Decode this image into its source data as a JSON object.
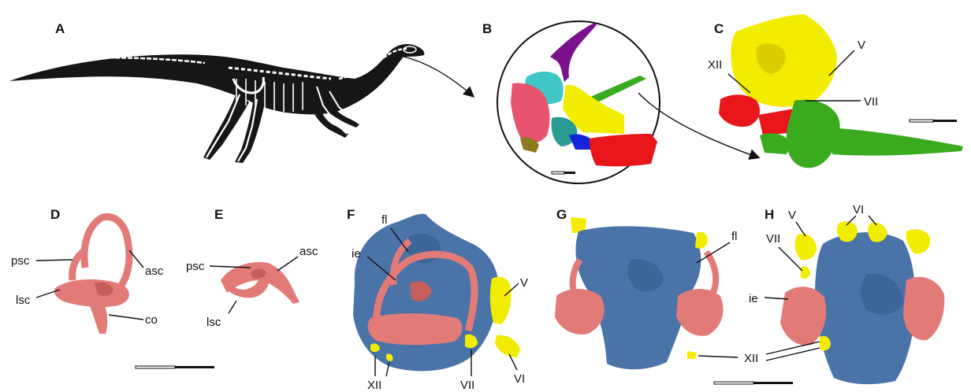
{
  "panels": {
    "A": "A",
    "B": "B",
    "C": "C",
    "D": "D",
    "E": "E",
    "F": "F",
    "G": "G",
    "H": "H"
  },
  "labels": {
    "c": {
      "xii": "XII",
      "v": "V",
      "vii": "VII"
    },
    "d": {
      "psc": "psc",
      "asc": "asc",
      "lsc": "lsc",
      "co": "co"
    },
    "e": {
      "psc": "psc",
      "asc": "asc",
      "lsc": "lsc"
    },
    "f": {
      "fl": "fl",
      "ie": "ie",
      "v": "V",
      "vi": "VI",
      "vii": "VII",
      "xii": "XII"
    },
    "g": {
      "fl": "fl"
    },
    "h": {
      "v": "V",
      "vi": "VI",
      "vii": "VII",
      "ie": "ie",
      "xii": "XII"
    }
  },
  "colors": {
    "skeleton": "#161616",
    "bone": "#ffffff",
    "endocast": "#4a73a8",
    "inner_ear": "#e27b78",
    "nerve": "#f2ec00",
    "green": "#3aaa1f",
    "red": "#e8151b",
    "purple": "#7a128c",
    "cyan": "#3fc6c6",
    "pink": "#e8546e",
    "olive": "#8b7a1e",
    "blue": "#1424d8"
  }
}
